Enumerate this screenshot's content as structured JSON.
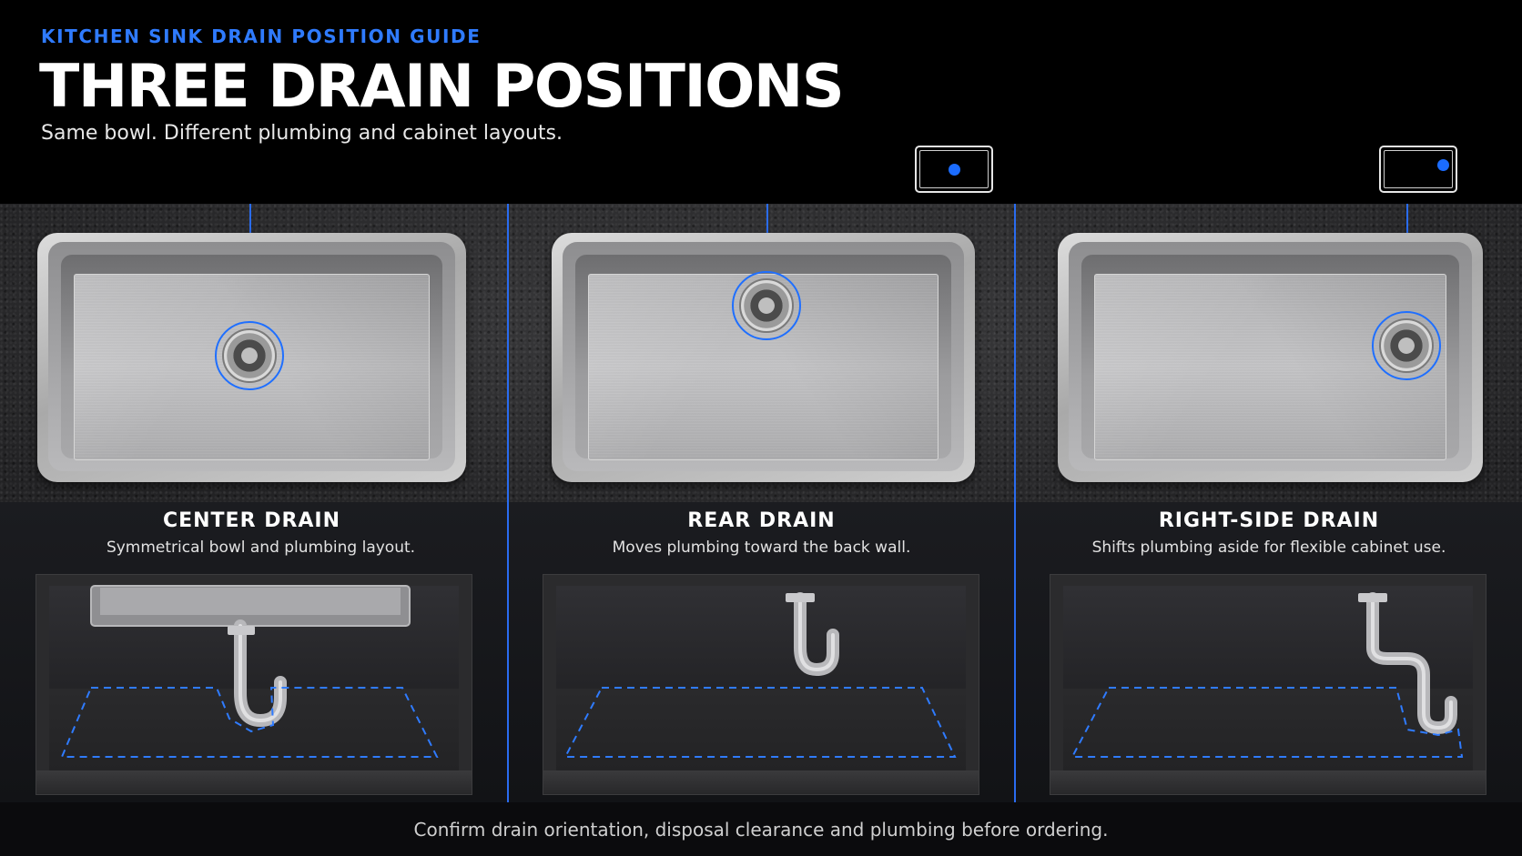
{
  "header": {
    "eyebrow": "KITCHEN SINK DRAIN POSITION GUIDE",
    "title": "THREE DRAIN POSITIONS",
    "subtitle": "Same bowl. Different plumbing and cabinet layouts."
  },
  "accent_color": "#1f6fff",
  "panels": [
    {
      "title": "CENTER DRAIN",
      "description": "Symmetrical bowl and plumbing layout.",
      "drain_position": "center"
    },
    {
      "title": "REAR DRAIN",
      "description": "Moves plumbing toward the back wall.",
      "drain_position": "rear-center"
    },
    {
      "title": "RIGHT-SIDE DRAIN",
      "description": "Shifts plumbing aside for flexible cabinet use.",
      "drain_position": "right-side"
    }
  ],
  "footer": {
    "note": "Confirm drain orientation, disposal clearance and plumbing before ordering."
  }
}
